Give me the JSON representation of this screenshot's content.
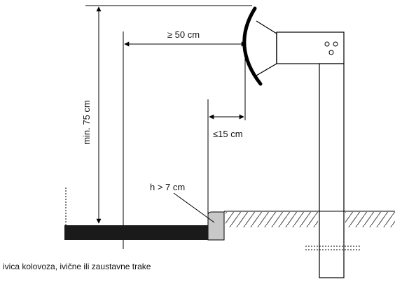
{
  "labels": {
    "min_height": "min. 75 cm",
    "min_distance": "≥ 50 cm",
    "max_offset": "≤15 cm",
    "curb_height": "h > 7 cm",
    "caption": "ivica kolovoza, ivične ili zaustavne trake"
  },
  "colors": {
    "line": "#000000",
    "road_surface": "#1a1a1a",
    "curb_fill": "#c8c8c8",
    "ground_hatch": "#444444"
  }
}
